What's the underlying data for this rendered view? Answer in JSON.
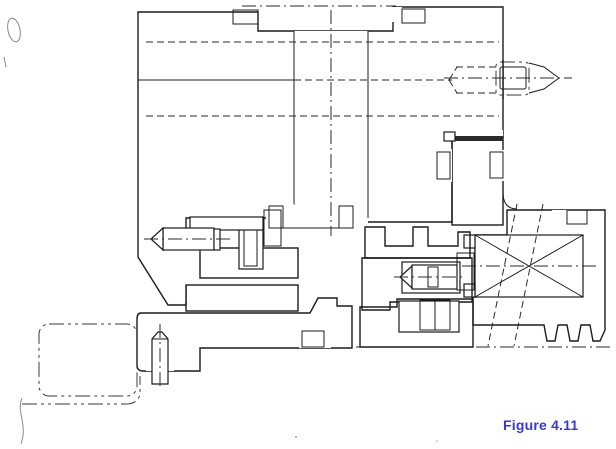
{
  "figure": {
    "caption": "Figure 4.11",
    "caption_color": "#3a3acb"
  },
  "drawing": {
    "ink_color": "#1c1c1c",
    "paper_color": "#ffffff",
    "line_styles": {
      "hidden": "dashed",
      "centerline": "dash-dot",
      "phantom": "dash-dot-dot"
    }
  }
}
